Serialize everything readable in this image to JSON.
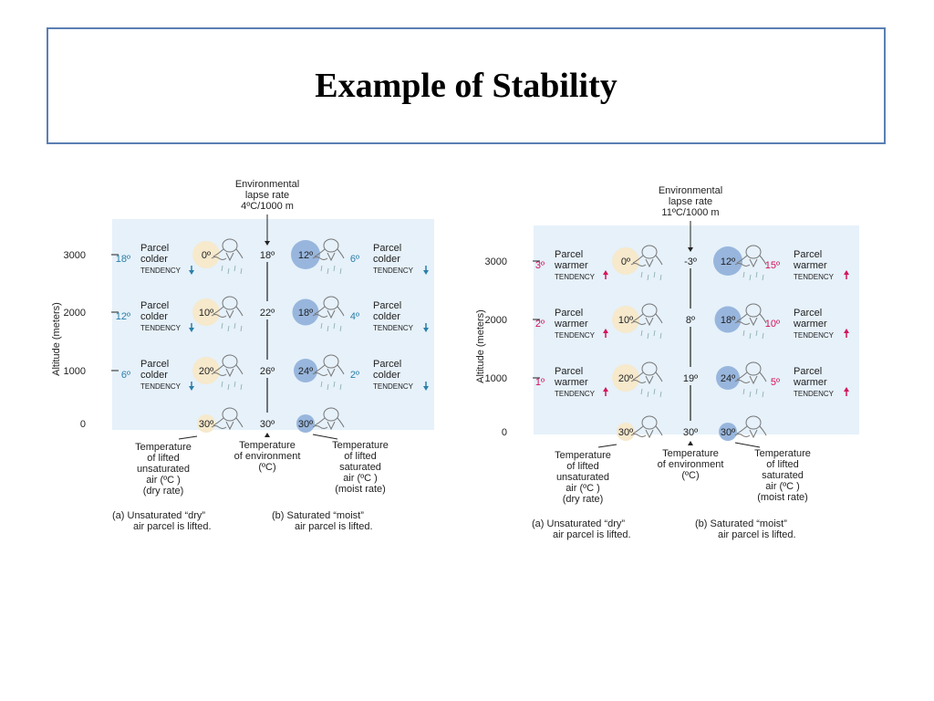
{
  "slide": {
    "title": "Example of Stability"
  },
  "colors": {
    "panel": "#e6f1fa",
    "dry": "#f6e9cc",
    "moist": "#98b6dd",
    "cold": "#2a7fa8",
    "warm": "#d4145a"
  },
  "labels": {
    "altitude_axis": "Altitude (meters)",
    "parcel": "Parcel",
    "colder": "colder",
    "warmer": "warmer",
    "tendency": "TENDENCY",
    "ticks": [
      "3000",
      "2000",
      "1000",
      "0"
    ]
  },
  "diagrams": [
    {
      "env_title": [
        "Environmental",
        "lapse rate",
        "4ºC/1000 m"
      ],
      "env_values": [
        "18º",
        "22º",
        "26º",
        "30º"
      ],
      "dry_values": [
        "0º",
        "10º",
        "20º",
        "30º"
      ],
      "moist_values": [
        "12º",
        "18º",
        "24º",
        "30º"
      ],
      "left_diffs": [
        "18º",
        "12º",
        "6º"
      ],
      "right_diffs": [
        "6º",
        "4º",
        "2º"
      ],
      "state": "colder"
    },
    {
      "env_title": [
        "Environmental",
        "lapse rate",
        "11ºC/1000 m"
      ],
      "env_values": [
        "-3º",
        "8º",
        "19º",
        "30º"
      ],
      "dry_values": [
        "0º",
        "10º",
        "20º",
        "30º"
      ],
      "moist_values": [
        "12º",
        "18º",
        "24º",
        "30º"
      ],
      "left_diffs": [
        "3º",
        "2º",
        "1º"
      ],
      "right_diffs": [
        "15º",
        "10º",
        "5º"
      ],
      "state": "warmer"
    }
  ],
  "captions": {
    "dry_temp": [
      "Temperature",
      "of lifted",
      "unsaturated",
      "air (ºC )",
      "(dry rate)"
    ],
    "env_temp": [
      "Temperature",
      "of environment",
      "(ºC)"
    ],
    "moist_temp": [
      "Temperature",
      "of lifted",
      "saturated",
      "air (ºC )",
      "(moist rate)"
    ],
    "a": [
      "(a) Unsaturated “dry”",
      "air parcel is lifted."
    ],
    "b": [
      "(b)  Saturated “moist”",
      "air parcel is lifted."
    ]
  }
}
